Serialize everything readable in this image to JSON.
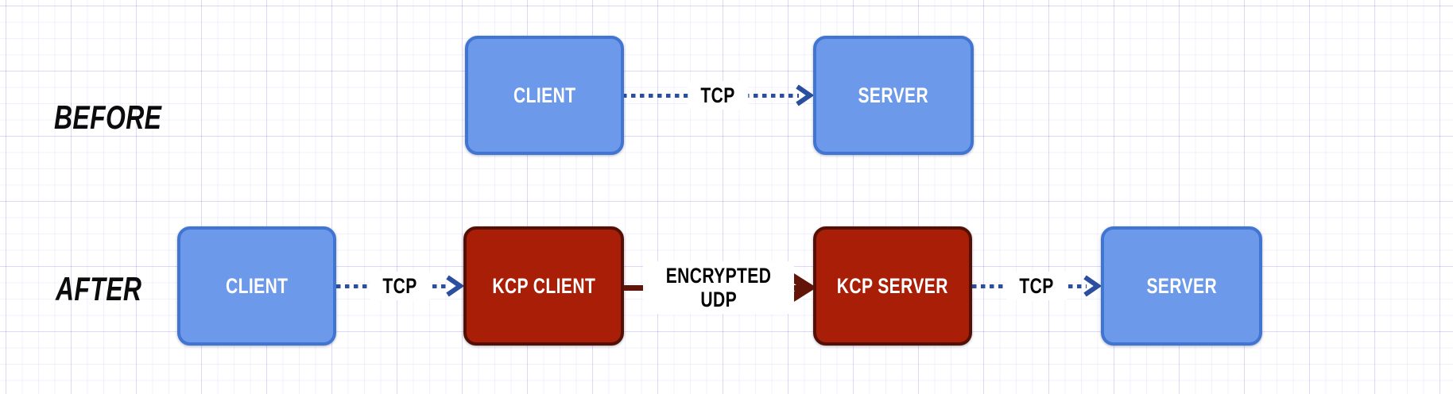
{
  "diagram": {
    "row_labels": {
      "before": "BEFORE",
      "after": "AFTER"
    },
    "before": {
      "client_label": "CLIENT",
      "server_label": "SERVER",
      "tcp_label": "TCP"
    },
    "after": {
      "client_label": "CLIENT",
      "kcp_client_label": "KCP CLIENT",
      "kcp_server_label": "KCP SERVER",
      "server_label": "SERVER",
      "tcp_left_label": "TCP",
      "udp_label_line1": "ENCRYPTED",
      "udp_label_line2": "UDP",
      "tcp_right_label": "TCP"
    },
    "colors": {
      "plain_node_fill": "#6c99ea",
      "plain_node_border": "#4175d2",
      "kcp_node_fill": "#a91e07",
      "kcp_node_border": "#551005",
      "tcp_arrow": "#2b4f9e",
      "encrypted_udp_arrow": "#611407",
      "node_text": "#ffffff",
      "arrow_label_text": "#000000",
      "row_label_text": "#0b0b0b",
      "grid_line": "#e9e5f7",
      "background": "#ffffff"
    }
  }
}
